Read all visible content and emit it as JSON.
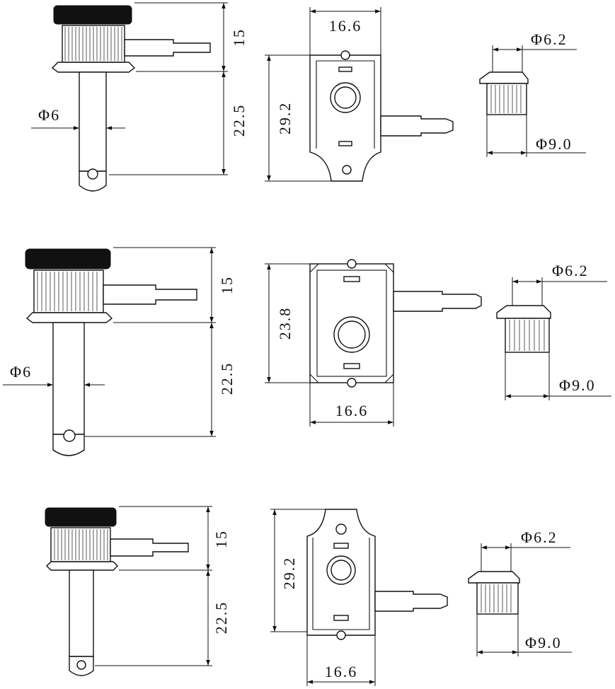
{
  "rows": [
    {
      "side_view": {
        "dia_shaft": "Φ6",
        "height_top": "15",
        "height_shaft": "22.5"
      },
      "front_view": {
        "width": "16.6",
        "height": "29.2"
      },
      "bushing": {
        "dia_small": "Φ6.2",
        "dia_large": "Φ9.0"
      }
    },
    {
      "side_view": {
        "dia_shaft": "Φ6",
        "height_top": "15",
        "height_shaft": "22.5"
      },
      "front_view": {
        "width": "16.6",
        "height": "23.8"
      },
      "bushing": {
        "dia_small": "Φ6.2",
        "dia_large": "Φ9.0"
      }
    },
    {
      "side_view": {
        "dia_shaft": "",
        "height_top": "15",
        "height_shaft": "22.5"
      },
      "front_view": {
        "width": "16.6",
        "height": "29.2"
      },
      "bushing": {
        "dia_small": "Φ6.2",
        "dia_large": "Φ9.0"
      }
    }
  ]
}
